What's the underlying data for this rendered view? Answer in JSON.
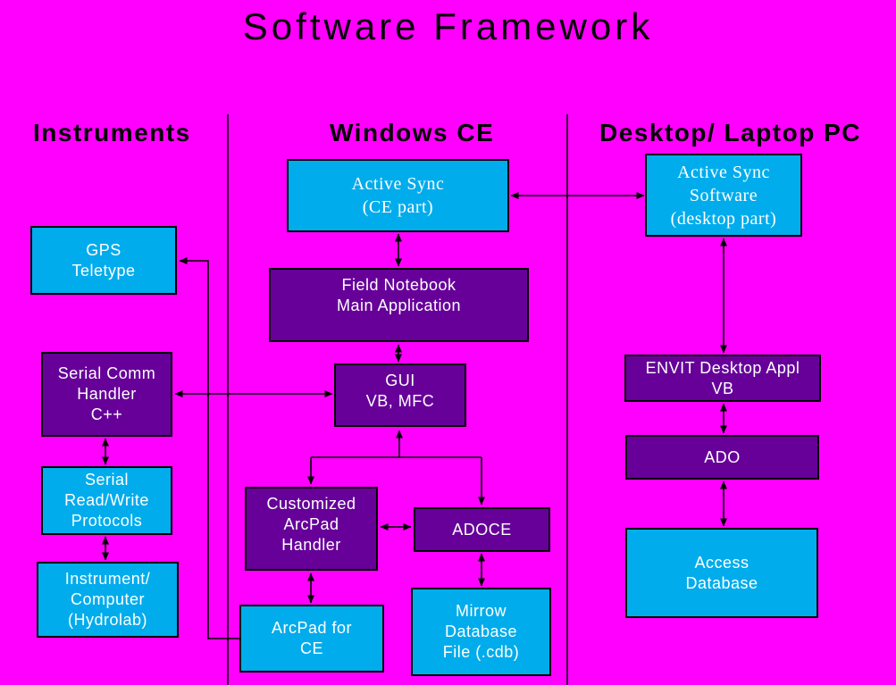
{
  "title": "Software Framework",
  "columns": {
    "instruments": "Instruments",
    "windows_ce": "Windows CE",
    "desktop_pc": "Desktop/ Laptop PC"
  },
  "boxes": {
    "active_sync_ce": {
      "label": "Active Sync\n(CE part)",
      "color_kind": "cyan"
    },
    "active_sync_desktop": {
      "label": "Active Sync\nSoftware\n(desktop part)",
      "color_kind": "cyan"
    },
    "field_notebook": {
      "label": "Field Notebook\nMain Application",
      "color_kind": "purple"
    },
    "gui": {
      "label": "GUI\nVB, MFC",
      "color_kind": "purple"
    },
    "gps_teletype": {
      "label": "GPS\nTeletype",
      "color_kind": "cyan"
    },
    "serial_comm": {
      "label": "Serial Comm\nHandler\nC++",
      "color_kind": "purple"
    },
    "serial_rw": {
      "label": "Serial\nRead/Write\nProtocols",
      "color_kind": "cyan"
    },
    "instrument": {
      "label": "Instrument/\nComputer\n(Hydrolab)",
      "color_kind": "cyan"
    },
    "customized_arcpad": {
      "label": "Customized\nArcPad\nHandler",
      "color_kind": "purple"
    },
    "adoce": {
      "label": "ADOCE",
      "color_kind": "purple"
    },
    "arcpad_ce": {
      "label": "ArcPad for\nCE",
      "color_kind": "cyan"
    },
    "mirrow_db": {
      "label": "Mirrow\nDatabase\nFile (.cdb)",
      "color_kind": "cyan"
    },
    "envit": {
      "label": "ENVIT Desktop Appl\nVB",
      "color_kind": "purple"
    },
    "ado": {
      "label": "ADO",
      "color_kind": "purple"
    },
    "access_db": {
      "label": "Access\nDatabase",
      "color_kind": "cyan"
    }
  },
  "edges": [
    {
      "from": "active_sync_ce",
      "to": "active_sync_desktop",
      "arrows": "both"
    },
    {
      "from": "active_sync_ce",
      "to": "field_notebook",
      "arrows": "both"
    },
    {
      "from": "field_notebook",
      "to": "gui",
      "arrows": "both"
    },
    {
      "from": "serial_comm",
      "to": "gui",
      "arrows": "both"
    },
    {
      "from": "serial_comm",
      "to": "serial_rw",
      "arrows": "both"
    },
    {
      "from": "serial_rw",
      "to": "instrument",
      "arrows": "both"
    },
    {
      "from": "gui",
      "to": "customized_arcpad",
      "arrows": "branch"
    },
    {
      "from": "gui",
      "to": "adoce",
      "arrows": "branch"
    },
    {
      "from": "customized_arcpad",
      "to": "adoce",
      "arrows": "both"
    },
    {
      "from": "customized_arcpad",
      "to": "arcpad_ce",
      "arrows": "both"
    },
    {
      "from": "adoce",
      "to": "mirrow_db",
      "arrows": "both"
    },
    {
      "from": "arcpad_ce",
      "to": "gps_teletype",
      "arrows": "end"
    },
    {
      "from": "active_sync_desktop",
      "to": "envit",
      "arrows": "both"
    },
    {
      "from": "envit",
      "to": "ado",
      "arrows": "both"
    },
    {
      "from": "ado",
      "to": "access_db",
      "arrows": "both"
    }
  ],
  "colors": {
    "background": "#FF00FF",
    "cyan_box": "#00ACEC",
    "purple_box": "#660099",
    "line": "#000000",
    "box_text": "#FFFFFF",
    "heading_text": "#000000"
  }
}
